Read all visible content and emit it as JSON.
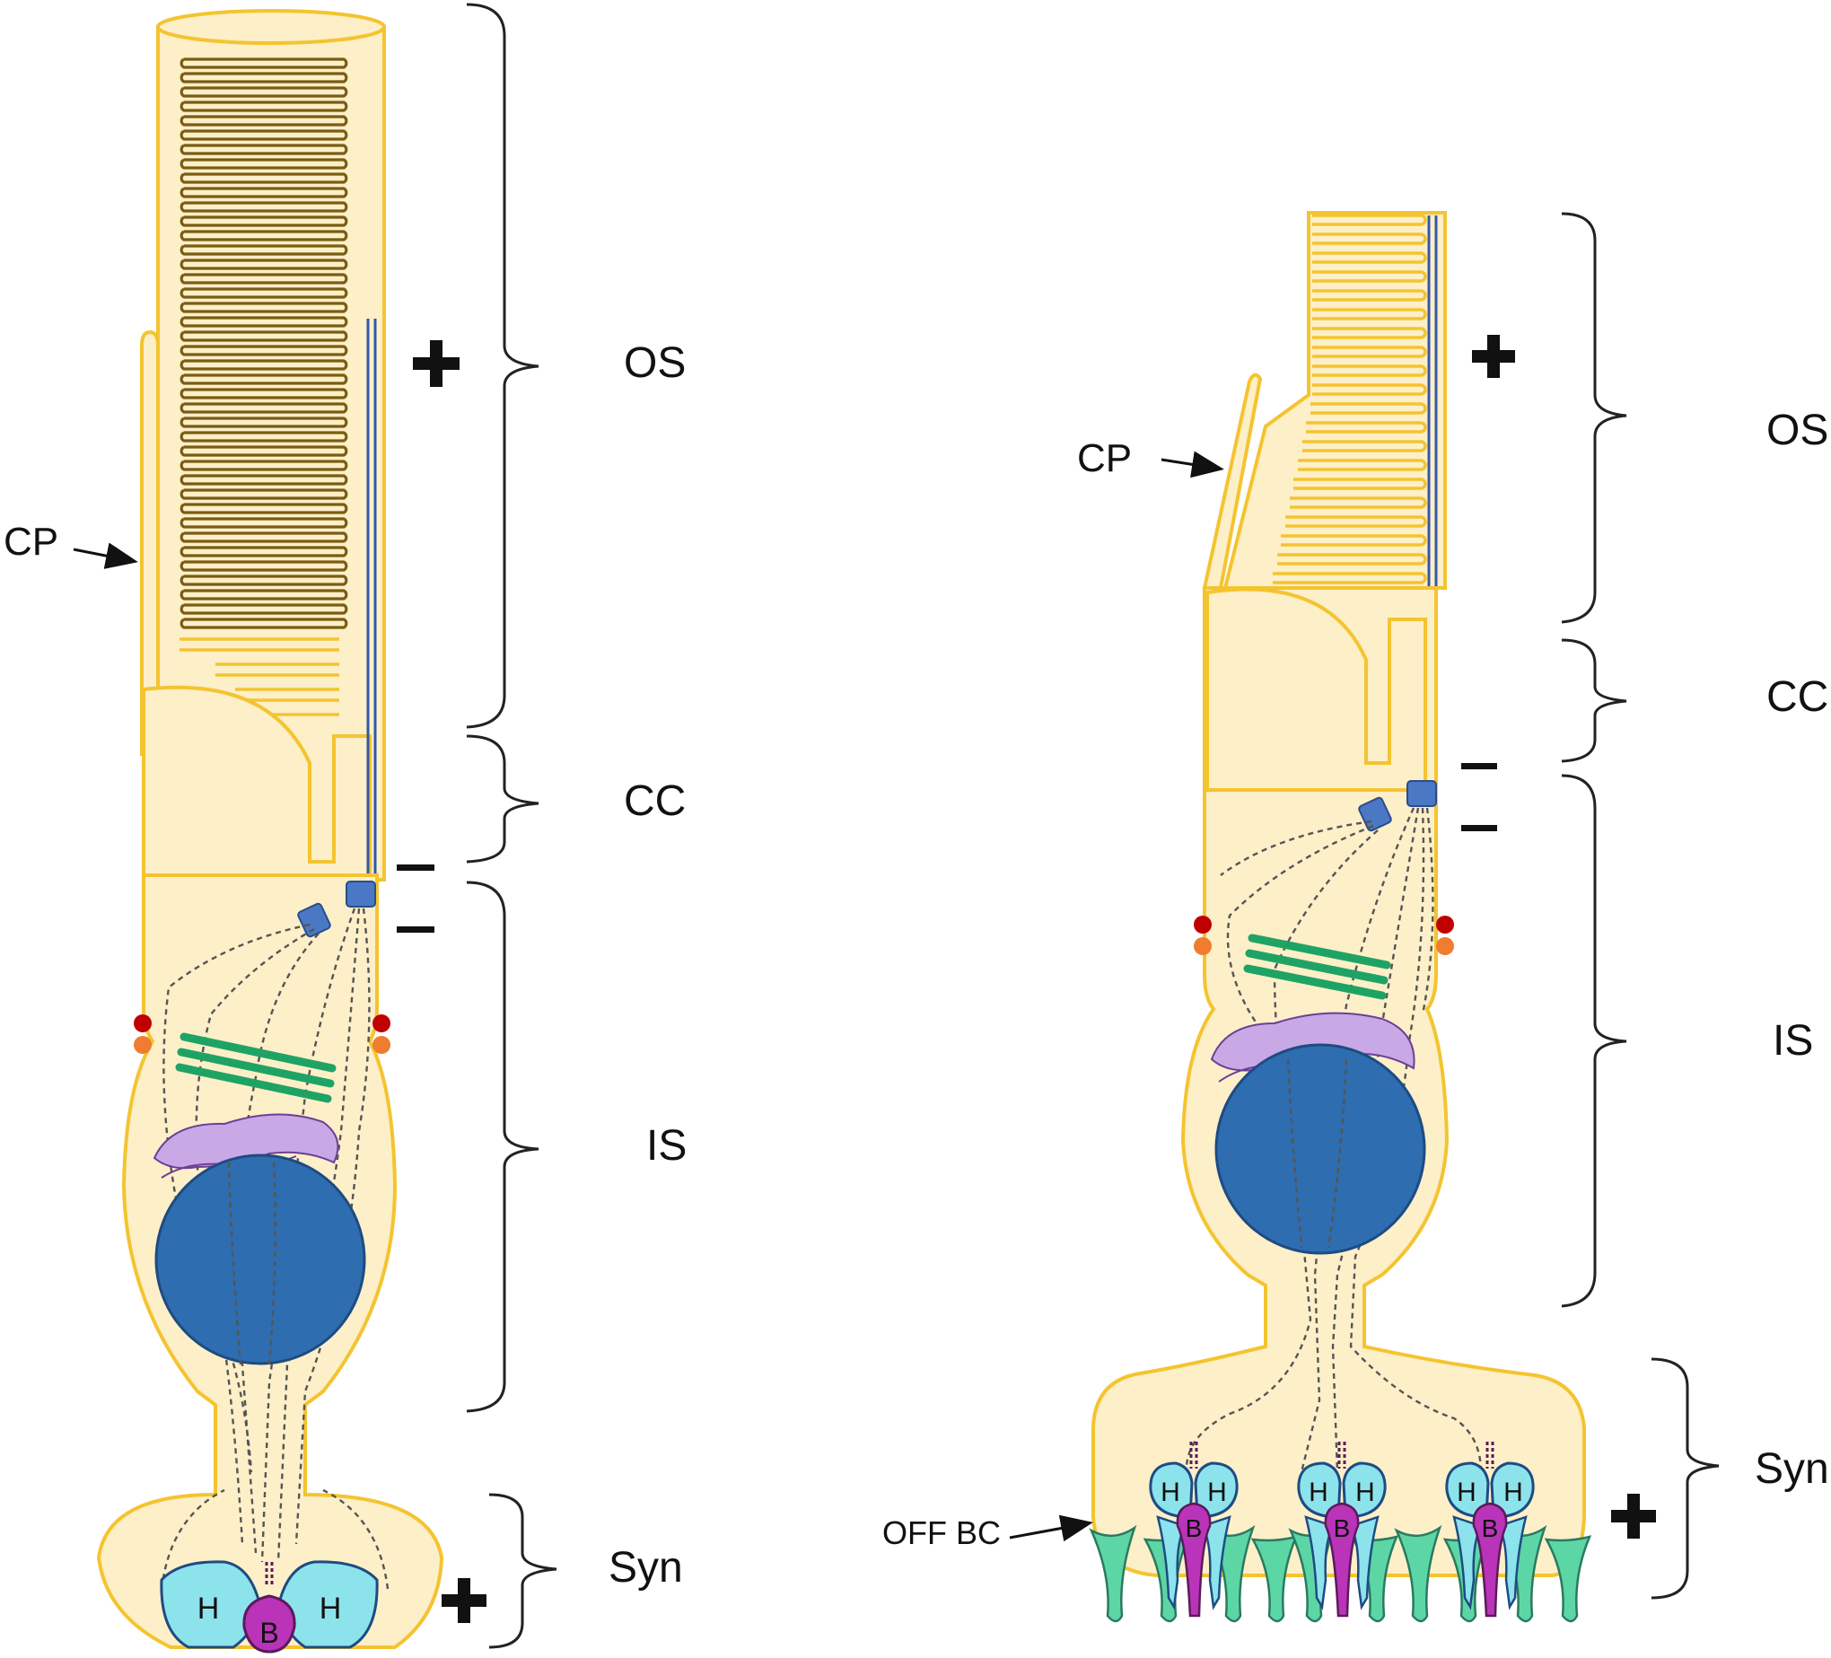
{
  "colors": {
    "cytoplasm": "#FDEFC8",
    "membrane": "#F4C430",
    "rod_disc": "#7A5C12",
    "nucleus": "#2E6DB0",
    "golgi": "#C9A8E6",
    "er": "#1FA365",
    "basal_body": "#4A78C4",
    "horizontal_cell": "#8DE3EC",
    "bipolar_cell": "#B934B8",
    "off_bipolar": "#5DD6A6",
    "red_dot": "#C00000",
    "orange_dot": "#F07C2F"
  },
  "rod": {
    "labels": {
      "os": "OS",
      "cc": "CC",
      "is": "IS",
      "syn": "Syn",
      "cp": "CP"
    },
    "signs": {
      "os": "+",
      "cc": "−",
      "is": "−",
      "syn": "+"
    },
    "synapse": {
      "h_left": "H",
      "bipolar": "B",
      "h_right": "H"
    }
  },
  "cone": {
    "labels": {
      "os": "OS",
      "cc": "CC",
      "is": "IS",
      "syn": "Syn",
      "cp": "CP",
      "off_bc": "OFF BC"
    },
    "signs": {
      "os": "+",
      "cc": "−",
      "is": "−",
      "syn": "+"
    },
    "synapse": {
      "h": "H",
      "bipolar": "B"
    }
  },
  "icons": [
    "plus-sign",
    "minus-sign",
    "curly-brace",
    "arrow"
  ]
}
